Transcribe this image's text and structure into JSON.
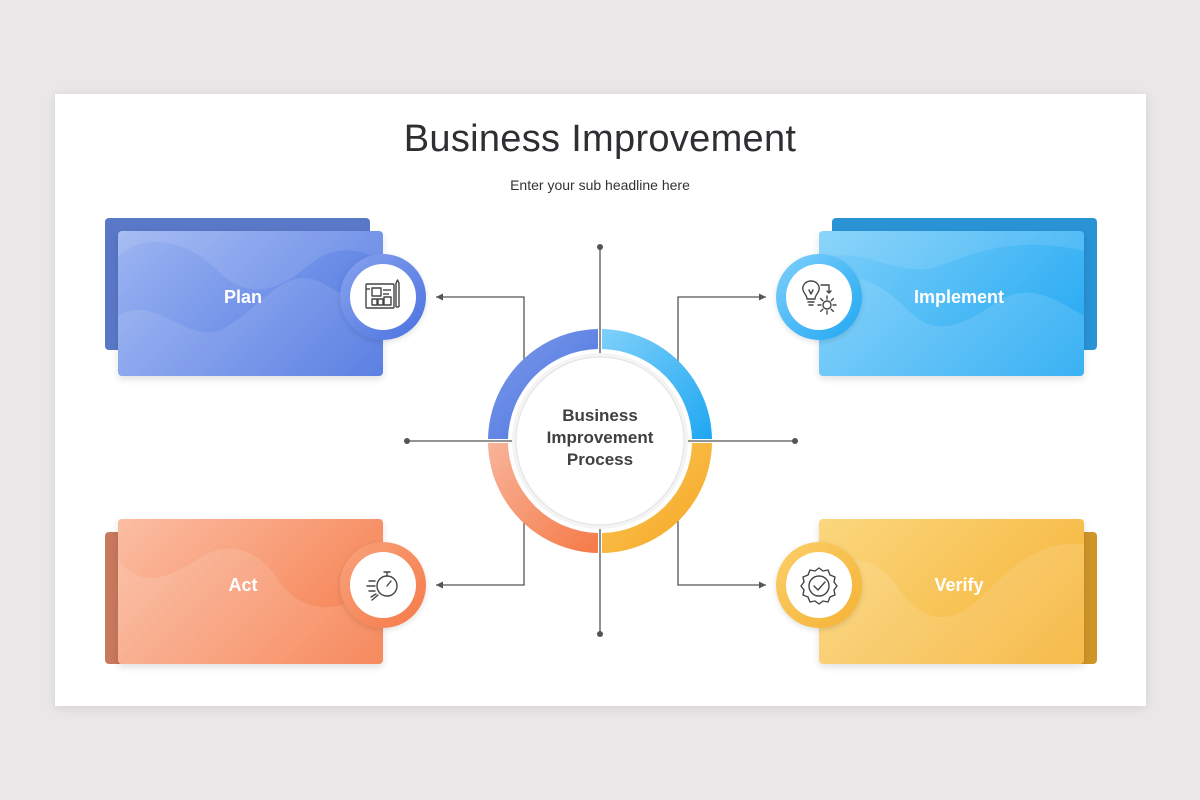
{
  "header": {
    "title": "Business Improvement",
    "subtitle": "Enter your sub headline here"
  },
  "center": {
    "line1": "Business",
    "line2": "Improvement",
    "line3": "Process"
  },
  "steps": [
    {
      "label": "Plan",
      "icon": "blueprint-icon",
      "color": "#4a72e0"
    },
    {
      "label": "Implement",
      "icon": "lightbulb-gear-icon",
      "color": "#1fa7f2"
    },
    {
      "label": "Act",
      "icon": "stopwatch-icon",
      "color": "#f57a48"
    },
    {
      "label": "Verify",
      "icon": "badge-check-icon",
      "color": "#f5b233"
    }
  ]
}
